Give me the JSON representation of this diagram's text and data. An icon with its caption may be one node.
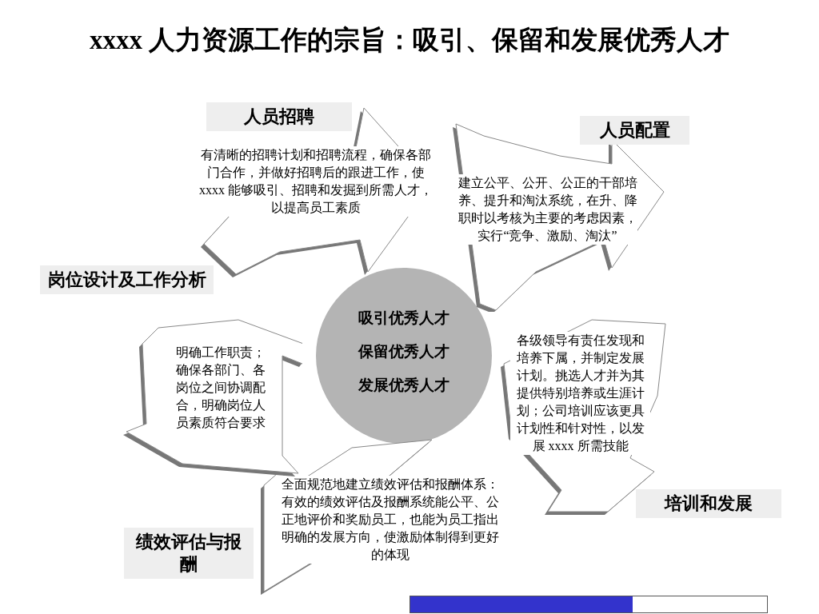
{
  "diagram": {
    "title": "xxxx 人力资源工作的宗旨：吸引、保留和发展优秀人才",
    "nodes": [
      {
        "text": [
          "吸引优秀人才",
          "保留优秀人才",
          "发展优秀人才"
        ]
      },
      {
        "text": [
          "人员招聘",
          "有清晰的招聘计划和招聘流程，确保各部门合作，并做好招聘后的跟进工作，使 xxxx 能够吸引、招聘和发掘到所需人才，以提高员工素质"
        ]
      },
      {
        "text": [
          "人员配置",
          "建立公平、公开、公正的干部培养、提升和淘汰系统，在升、降职时以考核为主要的考虑因素，实行“竞争、激励、淘汰”"
        ]
      },
      {
        "text": [
          "培训和发展",
          "各级领导有责任发现和培养下属，并制定发展计划。挑选人才并为其提供特别培养或生涯计划；公司培训应该更具计划性和针对性，以发展 xxxx 所需技能"
        ]
      },
      {
        "text": [
          "绩效评估与报酬",
          "全面规范地建立绩效评估和报酬体系：有效的绩效评估及报酬系统能公平、公正地评价和奖励员工，也能为员工指出明确的发展方向，使激励体制得到更好的体现"
        ]
      },
      {
        "text": [
          "岗位设计及工作分析",
          "明确工作职责；确保各部门、各岗位之间协调配合，明确岗位人员素质符合要求"
        ]
      }
    ],
    "edges": []
  }
}
